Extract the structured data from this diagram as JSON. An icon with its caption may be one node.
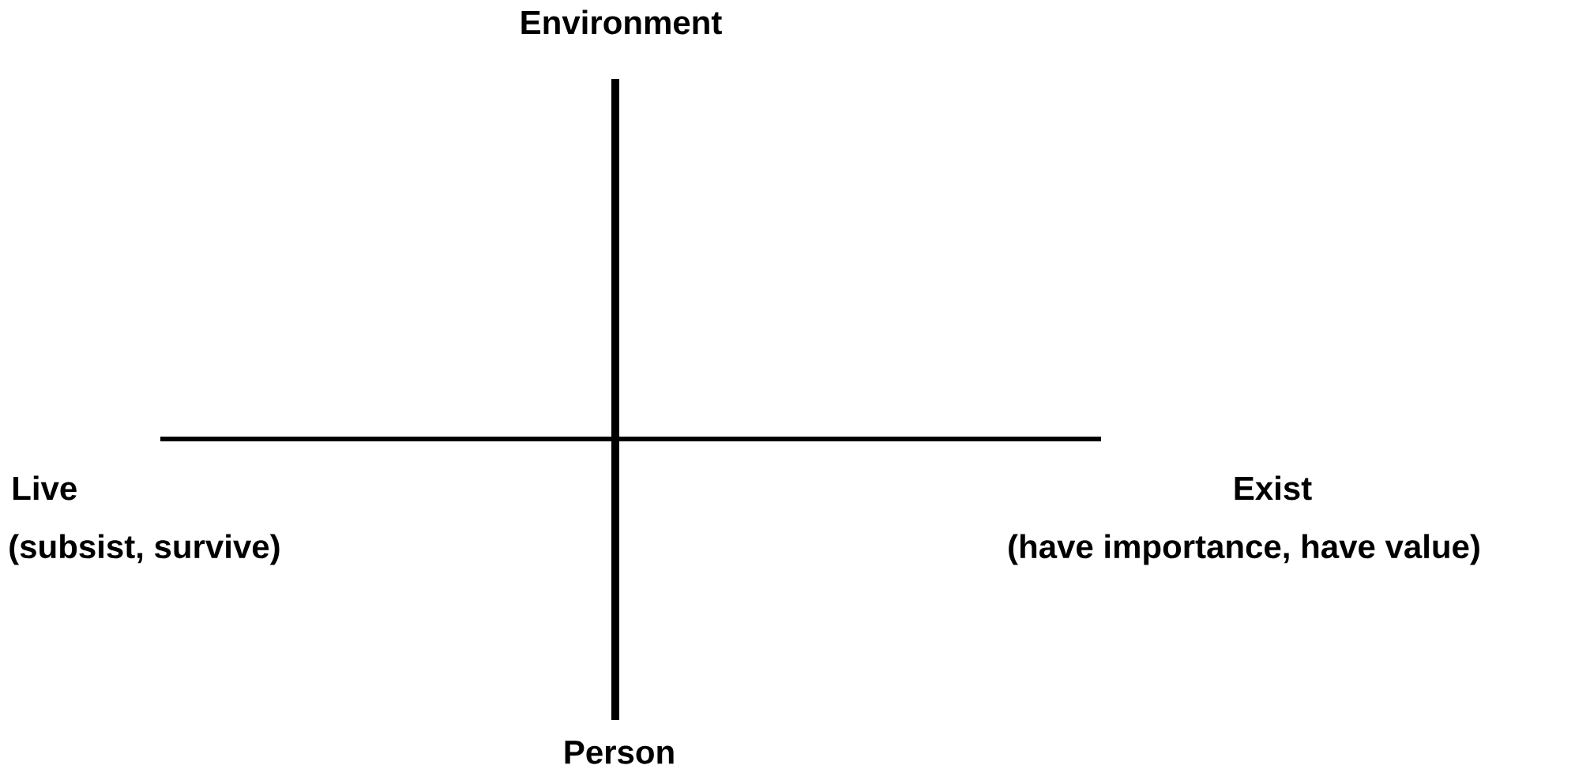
{
  "diagram": {
    "labels": [
      "Environment",
      "Live",
      "(subsist, survive)",
      "Exist",
      "(have importance, have value)",
      "Person"
    ]
  }
}
